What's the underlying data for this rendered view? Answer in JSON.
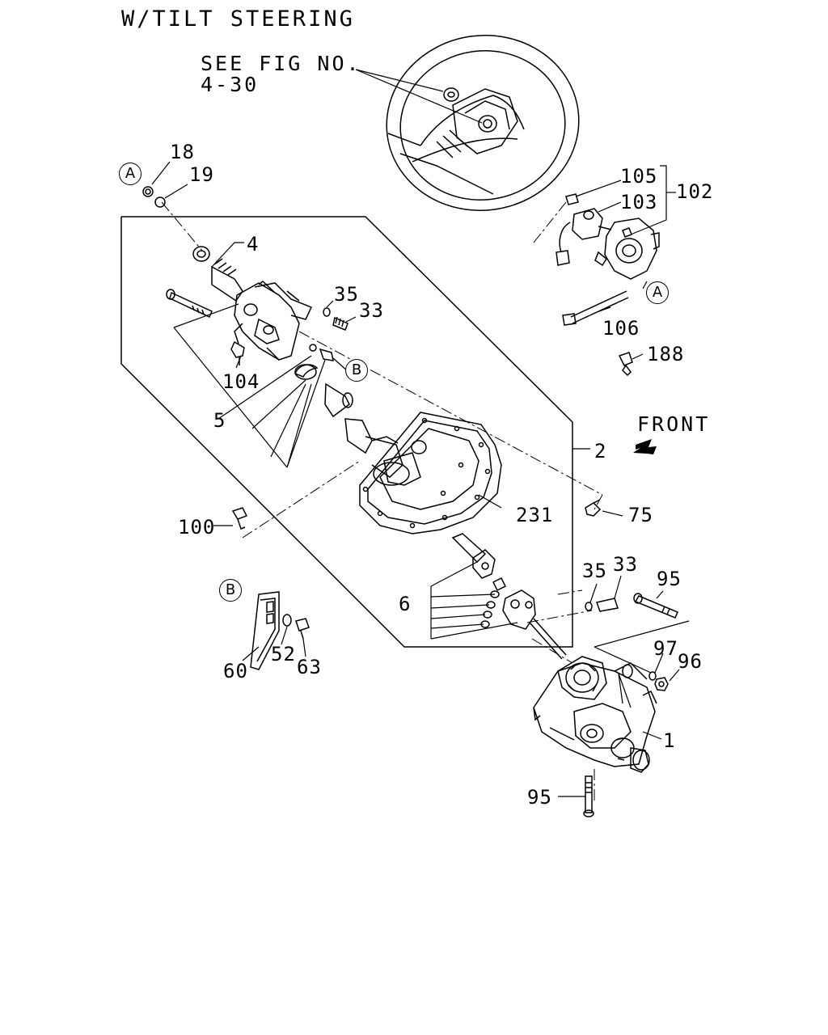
{
  "title": "W/TILT STEERING",
  "reference": {
    "line1": "SEE FIG NO.",
    "line2": "4-30"
  },
  "front": "FRONT",
  "callouts": {
    "a_top": "A",
    "a_right": "A",
    "b_mid": "B",
    "b_left": "B"
  },
  "parts": {
    "p18": "18",
    "p19": "19",
    "p4": "4",
    "p35a": "35",
    "p33a": "33",
    "p104": "104",
    "p5": "5",
    "p105": "105",
    "p103": "103",
    "p102": "102",
    "p106": "106",
    "p188": "188",
    "p2": "2",
    "p75": "75",
    "p231": "231",
    "p100": "100",
    "p6": "6",
    "p35b": "35",
    "p33b": "33",
    "p95a": "95",
    "p97": "97",
    "p96": "96",
    "p1": "1",
    "p95b": "95",
    "p60": "60",
    "p52": "52",
    "p63": "63"
  }
}
